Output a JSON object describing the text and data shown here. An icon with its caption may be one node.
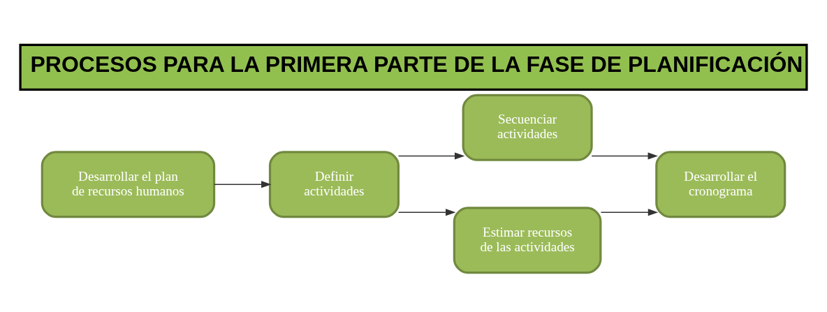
{
  "diagram": {
    "title": "PROCESOS PARA LA PRIMERA PARTE DE LA FASE DE PLANIFICACIÓN",
    "nodes": [
      {
        "text": [
          "Desarrollar el plan de recursos humanos"
        ]
      },
      {
        "text": [
          "Definir actividades"
        ]
      },
      {
        "text": [
          "Secuenciar actividades"
        ]
      },
      {
        "text": [
          "Estimar recursos de las actividades"
        ]
      },
      {
        "text": [
          "Desarrollar el cronograma"
        ]
      }
    ],
    "edges": [
      {
        "from": 0,
        "to": 1,
        "arrow": "to"
      },
      {
        "from": 1,
        "to": 2,
        "arrow": "to"
      },
      {
        "from": 1,
        "to": 3,
        "arrow": "to"
      },
      {
        "from": 2,
        "to": 4,
        "arrow": "to"
      },
      {
        "from": 3,
        "to": 4,
        "arrow": "to"
      }
    ]
  }
}
